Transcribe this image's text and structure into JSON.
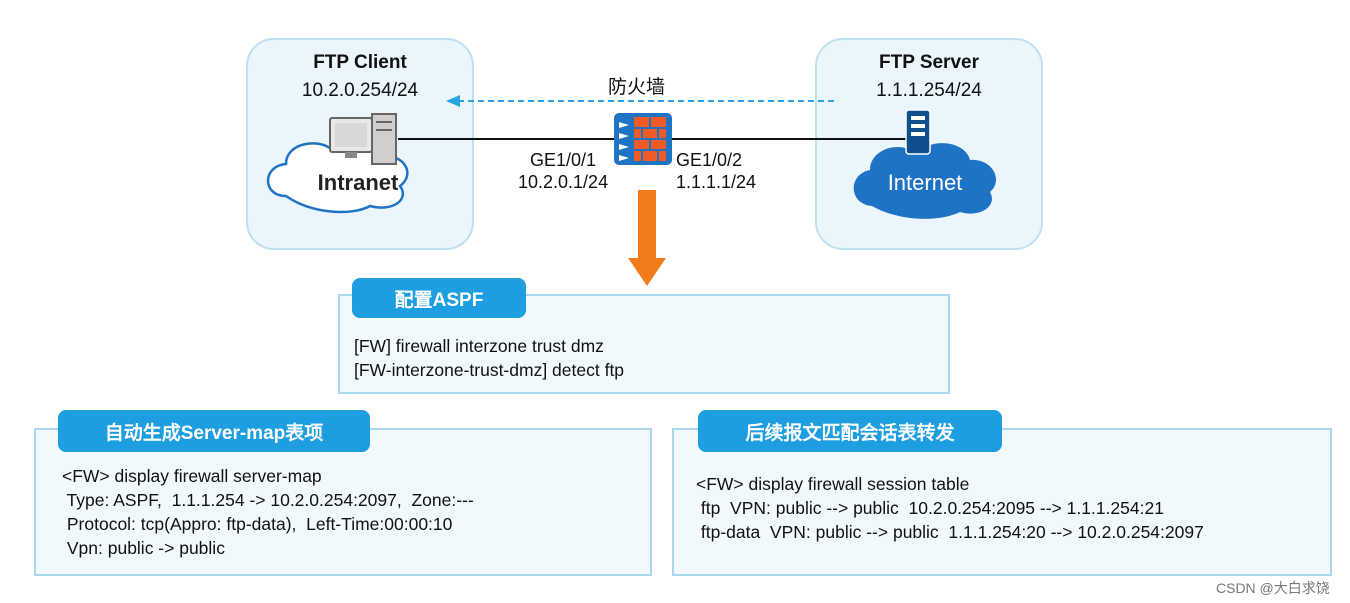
{
  "client": {
    "title": "FTP Client",
    "ip": "10.2.0.254/24",
    "cloud_label": "Intranet"
  },
  "server": {
    "title": "FTP Server",
    "ip": "1.1.1.254/24",
    "cloud_label": "Internet"
  },
  "firewall": {
    "label": "防火墙",
    "left_port": "GE1/0/1",
    "left_ip": "10.2.0.1/24",
    "right_port": "GE1/0/2",
    "right_ip": "1.1.1.1/24"
  },
  "aspf_panel": {
    "tab": "配置ASPF",
    "lines": [
      "[FW] firewall interzone trust dmz",
      "[FW-interzone-trust-dmz] detect ftp"
    ]
  },
  "servermap_panel": {
    "tab": "自动生成Server-map表项",
    "lines": [
      "<FW> display firewall server-map",
      " Type: ASPF,  1.1.1.254 -> 10.2.0.254:2097,  Zone:---",
      " Protocol: tcp(Appro: ftp-data),  Left-Time:00:00:10",
      " Vpn: public -> public"
    ]
  },
  "session_panel": {
    "tab": "后续报文匹配会话表转发",
    "lines": [
      "<FW> display firewall session table",
      " ftp  VPN: public --> public  10.2.0.254:2095 --> 1.1.1.254:21",
      " ftp-data  VPN: public --> public  1.1.1.254:20 --> 10.2.0.254:2097"
    ]
  },
  "watermark": "CSDN @大白求饶",
  "colors": {
    "accent": "#1d9ee0",
    "arrow": "#f07c1c",
    "zone_bg": "#eaf5fc",
    "cloud_dark": "#1f73c4",
    "firewall_bricks": "#f05a24"
  }
}
